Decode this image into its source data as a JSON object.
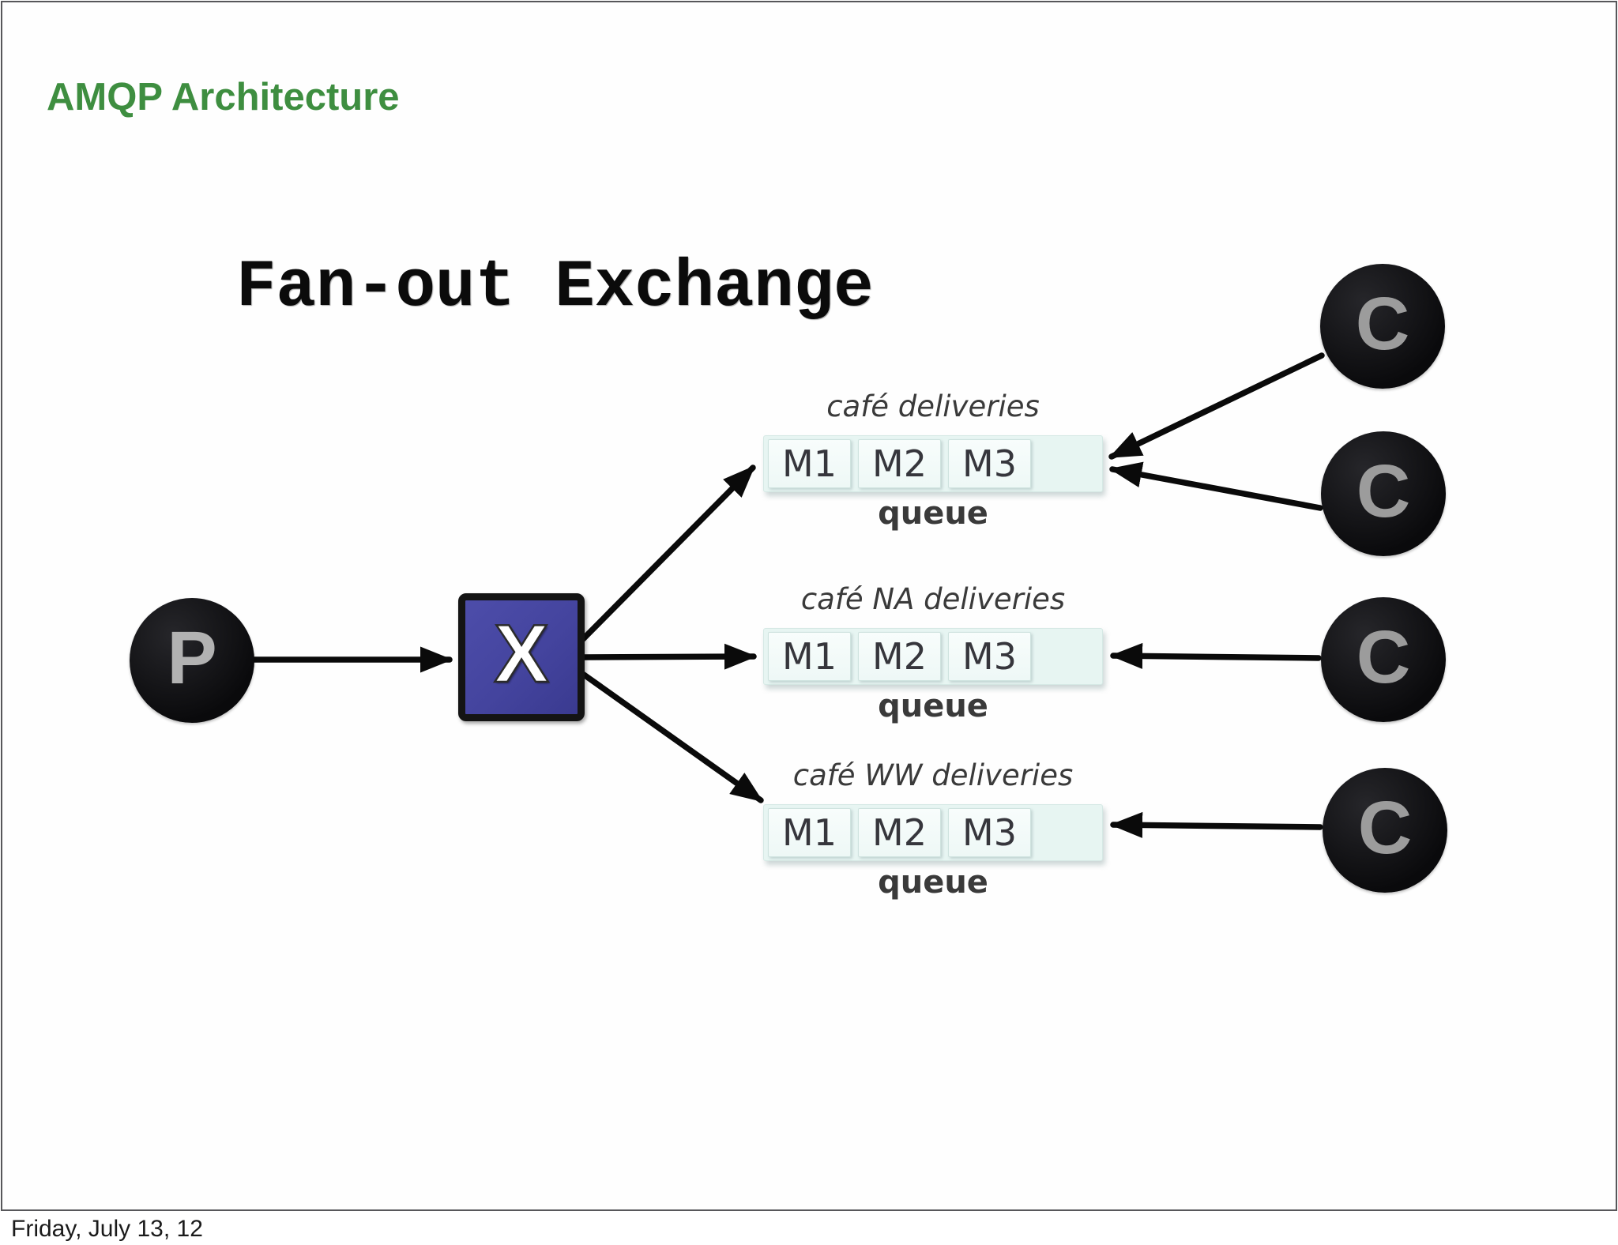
{
  "slide": {
    "title": "AMQP Architecture",
    "footer": "Friday, July 13, 12"
  },
  "colors": {
    "title_green": "#3e8e40",
    "exchange_blue": "#44449e",
    "queue_fill": "#e7f5f2",
    "message_fill": "#f6fcfb",
    "node_black": "#0d0d0f",
    "producer_letter_gray": "#b2b2b2",
    "consumer_letter_gray": "#9c9c9c",
    "label_gray": "#3a3a3a",
    "arrow_black": "#0a0a0a"
  },
  "diagram": {
    "heading": "Fan-out Exchange",
    "producer": {
      "label": "P"
    },
    "exchange": {
      "label": "X"
    },
    "queues": [
      {
        "name": "café deliveries",
        "kind_label": "queue",
        "messages": [
          "M1",
          "M2",
          "M3"
        ]
      },
      {
        "name": "café NA deliveries",
        "kind_label": "queue",
        "messages": [
          "M1",
          "M2",
          "M3"
        ]
      },
      {
        "name": "café WW deliveries",
        "kind_label": "queue",
        "messages": [
          "M1",
          "M2",
          "M3"
        ]
      }
    ],
    "consumers": [
      {
        "label": "C"
      },
      {
        "label": "C"
      },
      {
        "label": "C"
      },
      {
        "label": "C"
      }
    ],
    "connections": [
      {
        "from": "producer",
        "to": "exchange"
      },
      {
        "from": "exchange",
        "to": "queue-cafe-deliveries"
      },
      {
        "from": "exchange",
        "to": "queue-cafe-na-deliveries"
      },
      {
        "from": "exchange",
        "to": "queue-cafe-ww-deliveries"
      },
      {
        "from": "consumer-1",
        "to": "queue-cafe-deliveries"
      },
      {
        "from": "consumer-2",
        "to": "queue-cafe-deliveries"
      },
      {
        "from": "consumer-3",
        "to": "queue-cafe-na-deliveries"
      },
      {
        "from": "consumer-4",
        "to": "queue-cafe-ww-deliveries"
      }
    ]
  }
}
